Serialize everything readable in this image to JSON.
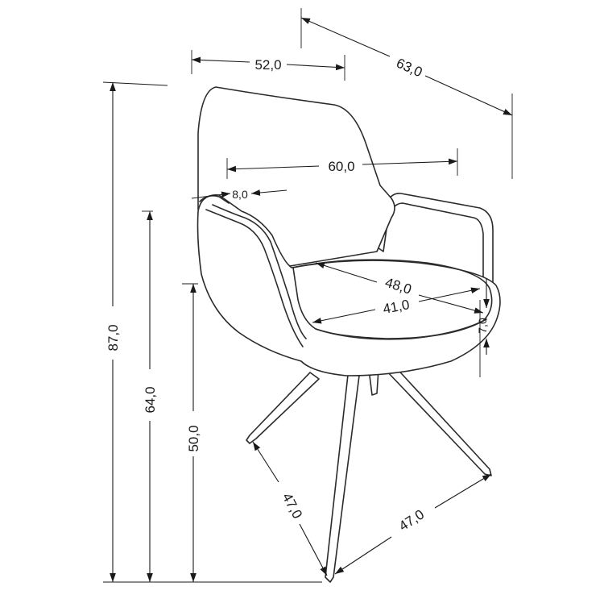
{
  "dimensions": {
    "width_top": "52,0",
    "depth_total": "63,0",
    "width_arms": "60,0",
    "arm_width": "8,0",
    "seat_depth": "48,0",
    "seat_width": "41,0",
    "seat_thickness": "7,0",
    "height_total": "87,0",
    "height_arm": "64,0",
    "height_seat": "50,0",
    "leg_span_left": "47,0",
    "leg_span_right": "47,0"
  },
  "colors": {
    "line": "#2b2b2b",
    "dimension": "#1a1a1a",
    "background": "#ffffff"
  }
}
